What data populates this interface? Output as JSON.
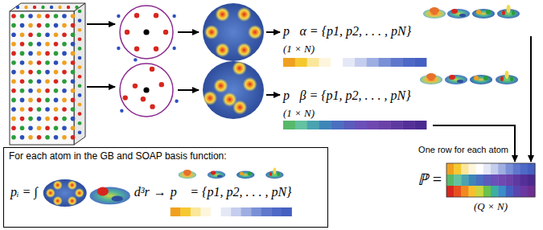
{
  "diagram": {
    "nodes": [
      {
        "text": [
          "For each atom in the GB and SOAP basis function:",
          "pᵢ = ∫",
          "d³r",
          "→",
          "p⃗ = {p1, p2, . . . , pN}"
        ]
      }
    ],
    "labels": [
      "p⃗α = {p1, p2, . . . , pN}",
      "(1 × N)",
      "p⃗β = {p1, p2, . . . , pN}",
      "(1 × N)",
      "One row for each atom",
      "ℙ =",
      "(Q × N)"
    ]
  }
}
